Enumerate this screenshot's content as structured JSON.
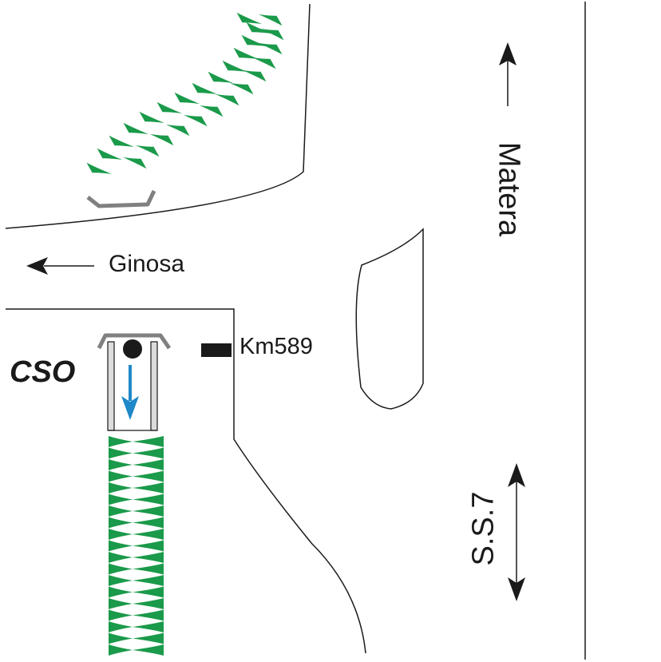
{
  "labels": {
    "ginosa": "Ginosa",
    "matera": "Matera",
    "ss7": "S.S.7",
    "km": "Km589",
    "station": "CSO"
  },
  "colors": {
    "line": "#1a1a1a",
    "vegetation": "#1a9a4a",
    "structure": "#808080",
    "flow_arrow": "#1f88c8"
  },
  "icons": {
    "vegetation": "green-triangle-hedge",
    "flow": "blue-down-arrow",
    "station": "black-dot",
    "marker": "black-rectangle"
  }
}
